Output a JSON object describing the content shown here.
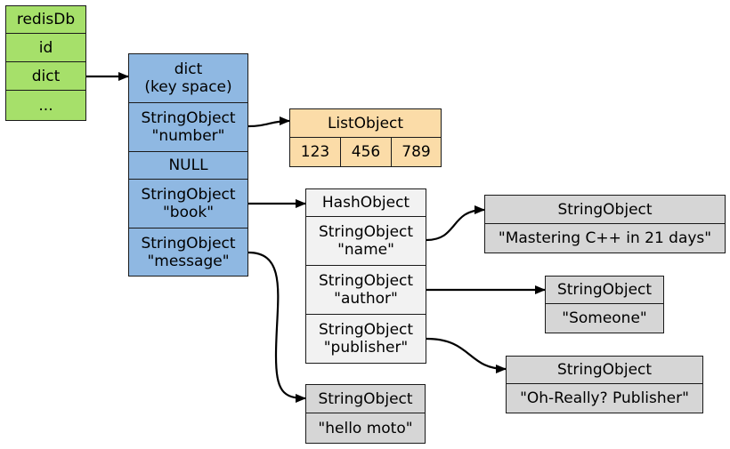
{
  "redisdb": {
    "title": "redisDb",
    "fields": [
      "id",
      "dict",
      "..."
    ]
  },
  "dict": {
    "header_line1": "dict",
    "header_line2": "(key space)",
    "entries": [
      {
        "line1": "StringObject",
        "line2": "\"number\""
      },
      {
        "line1": "NULL",
        "line2": ""
      },
      {
        "line1": "StringObject",
        "line2": "\"book\""
      },
      {
        "line1": "StringObject",
        "line2": "\"message\""
      }
    ]
  },
  "list_object": {
    "title": "ListObject",
    "items": [
      "123",
      "456",
      "789"
    ]
  },
  "hash_object": {
    "title": "HashObject",
    "fields": [
      {
        "line1": "StringObject",
        "line2": "\"name\""
      },
      {
        "line1": "StringObject",
        "line2": "\"author\""
      },
      {
        "line1": "StringObject",
        "line2": "\"publisher\""
      }
    ]
  },
  "hash_values": [
    {
      "title": "StringObject",
      "value": "\"Mastering C++ in 21 days\""
    },
    {
      "title": "StringObject",
      "value": "\"Someone\""
    },
    {
      "title": "StringObject",
      "value": "\"Oh-Really? Publisher\""
    }
  ],
  "message_value": {
    "title": "StringObject",
    "value": "\"hello moto\""
  },
  "colors": {
    "redisdb": "#a6e06a",
    "dict": "#8fb8e2",
    "list": "#fbdca8",
    "hash": "#f2f2f2",
    "string": "#d6d6d6"
  }
}
